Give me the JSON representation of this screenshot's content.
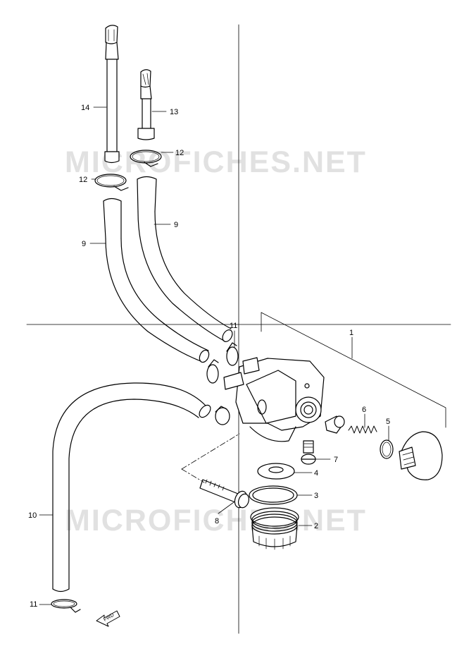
{
  "diagram": {
    "watermark_text": "MICROFICHES.NET",
    "fwd_text": "FWD",
    "line_color": "#000000",
    "watermark_color": "#c8c8c8",
    "labels": {
      "p1": "1",
      "p2": "2",
      "p3": "3",
      "p4": "4",
      "p5": "5",
      "p6": "6",
      "p7": "7",
      "p8": "8",
      "p9a": "9",
      "p9b": "9",
      "p10": "10",
      "p11a": "11",
      "p11b": "11",
      "p12a": "12",
      "p12b": "12",
      "p13": "13",
      "p14": "14"
    }
  }
}
